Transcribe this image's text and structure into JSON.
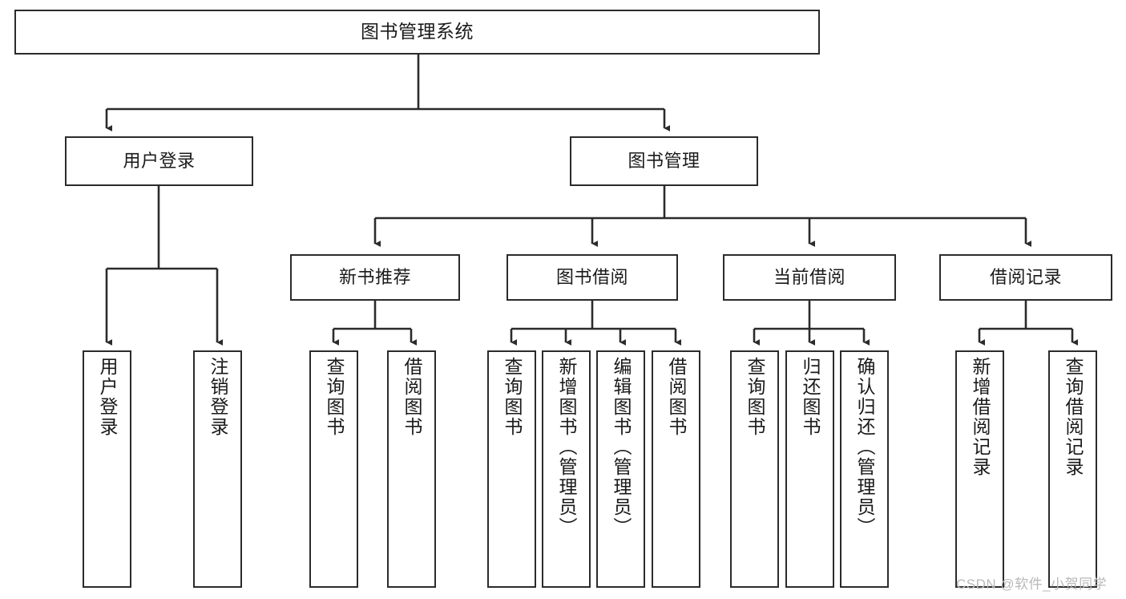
{
  "diagram": {
    "title": "图书管理系统",
    "type": "tree",
    "orientation": "top-down",
    "colors": {
      "background": "#ffffff",
      "box_border": "#2b2b2b",
      "box_fill": "#ffffff",
      "connector": "#2b2b2b",
      "text": "#1a1a1a",
      "watermark": "#b8b8b8"
    },
    "root": {
      "label": "图书管理系统"
    },
    "level2": [
      {
        "label": "用户登录"
      },
      {
        "label": "图书管理"
      }
    ],
    "level3": [
      {
        "label": "新书推荐"
      },
      {
        "label": "图书借阅"
      },
      {
        "label": "当前借阅"
      },
      {
        "label": "借阅记录"
      }
    ],
    "leaves": {
      "user_login": [
        {
          "label": "用户登录"
        },
        {
          "label": "注销登录"
        }
      ],
      "new_book": [
        {
          "label": "查询图书"
        },
        {
          "label": "借阅图书"
        }
      ],
      "book_borrow": [
        {
          "label": "查询图书"
        },
        {
          "label": "新增图书（管理员）"
        },
        {
          "label": "编辑图书（管理员）"
        },
        {
          "label": "借阅图书"
        }
      ],
      "current_borrow": [
        {
          "label": "查询图书"
        },
        {
          "label": "归还图书"
        },
        {
          "label": "确认归还（管理员）"
        }
      ],
      "borrow_record": [
        {
          "label": "新增借阅记录"
        },
        {
          "label": "查询借阅记录"
        }
      ]
    },
    "watermark": "CSDN @软件_小贺同学"
  }
}
